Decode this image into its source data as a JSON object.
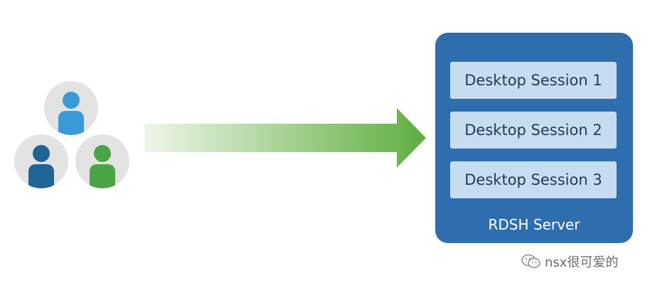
{
  "users": [
    {
      "name": "user-top",
      "color": "#3a9ad9",
      "shade": "#2b85c4"
    },
    {
      "name": "user-left",
      "color": "#1e6496",
      "shade": "#154a72"
    },
    {
      "name": "user-right",
      "color": "#4aa544",
      "shade": "#3a8a35"
    }
  ],
  "arrow": {
    "color_start": "#eef6ea",
    "color_end": "#5fae3f"
  },
  "server": {
    "label": "RDSH Server",
    "color": "#2e6dae",
    "sessions": [
      "Desktop Session 1",
      "Desktop Session 2",
      "Desktop Session 3"
    ]
  },
  "watermark": {
    "text": "nsx很可爱的",
    "icon": "wechat-icon"
  }
}
